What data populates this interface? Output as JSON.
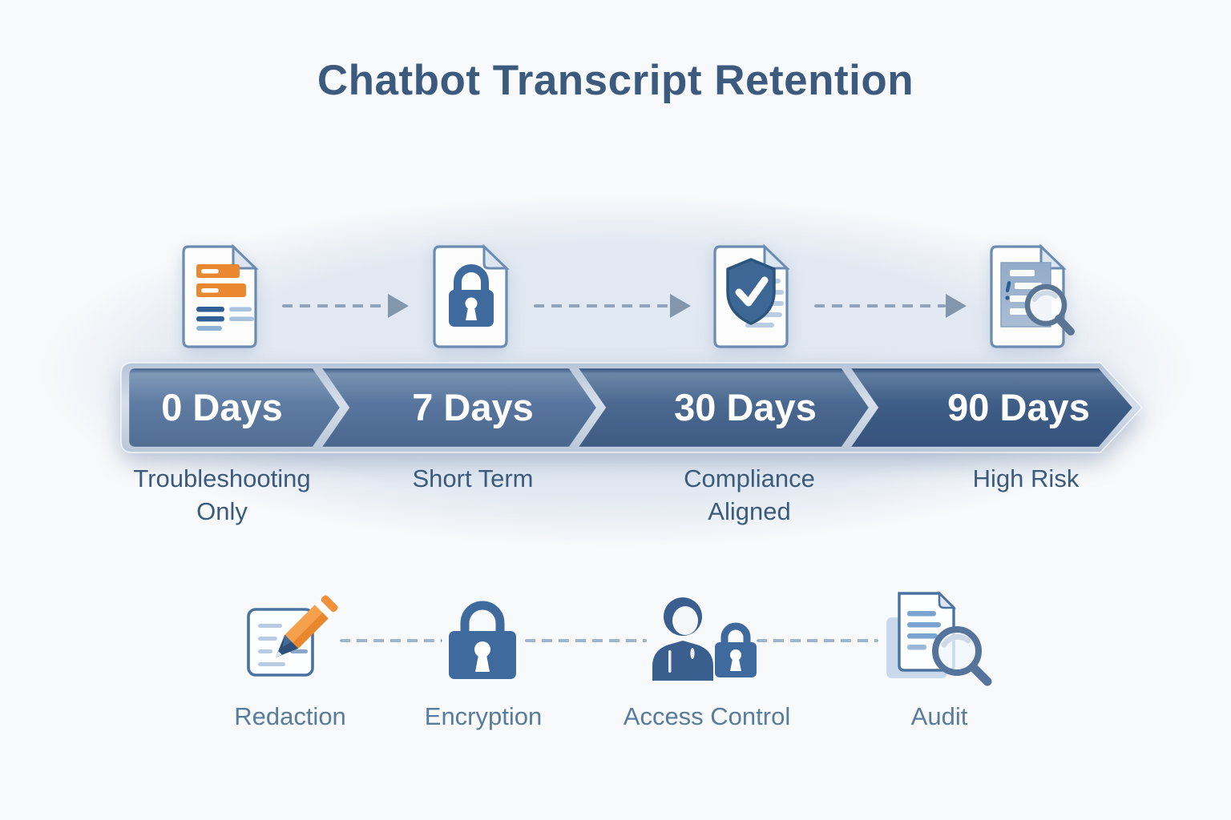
{
  "title": "Chatbot Transcript Retention",
  "timeline": {
    "stages": [
      {
        "duration": "0 Days",
        "label": "Troubleshooting\nOnly",
        "icon": "redacted-transcript-document"
      },
      {
        "duration": "7 Days",
        "label": "Short Term",
        "icon": "locked-document"
      },
      {
        "duration": "30 Days",
        "label": "Compliance\nAligned",
        "icon": "shield-check-document"
      },
      {
        "duration": "90 Days",
        "label": "High Risk",
        "icon": "document-magnifier"
      }
    ]
  },
  "safeguards": [
    {
      "label": "Redaction",
      "icon": "pencil-document"
    },
    {
      "label": "Encryption",
      "icon": "padlock"
    },
    {
      "label": "Access Control",
      "icon": "user-with-padlock"
    },
    {
      "label": "Audit",
      "icon": "document-with-magnifier"
    }
  ],
  "colors": {
    "title_text": "#3b5a7e",
    "stage_label_text": "#3b5b7d",
    "safeguard_label_text": "#597c9d",
    "banner_text": "#ffffff",
    "banner_segments": [
      "#5e7ca3",
      "#57759e",
      "#4a6890",
      "#3e5d87"
    ],
    "accent_orange": "#e9882f",
    "icon_blue": "#3e6a9d",
    "arrow_gray_blue": "#8fa3ba",
    "ellipse_background": "#dfe7f1"
  }
}
